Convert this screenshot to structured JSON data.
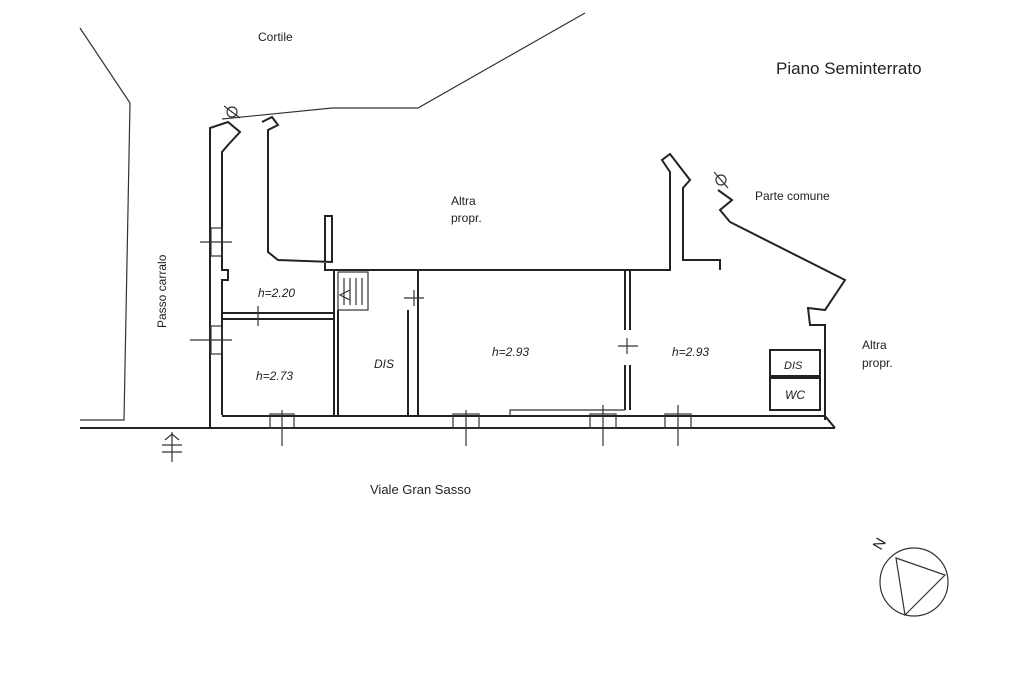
{
  "title": "Piano Seminterrato",
  "areas": {
    "courtyard": "Cortile",
    "driveway": "Passo carralo",
    "street": "Viale Gran Sasso",
    "common_part": "Parte comune",
    "other_property_top": {
      "line1": "Altra",
      "line2": "propr."
    },
    "other_property_right": {
      "line1": "Altra",
      "line2": "propr."
    }
  },
  "rooms": {
    "room_small_height": "h=2.20",
    "room_left_height": "h=2.73",
    "dis_left": "DIS",
    "room_center_height": "h=2.93",
    "room_right_height": "h=2.93",
    "dis_right": "DIS",
    "wc": "WC"
  },
  "compass": {
    "north": "N"
  }
}
